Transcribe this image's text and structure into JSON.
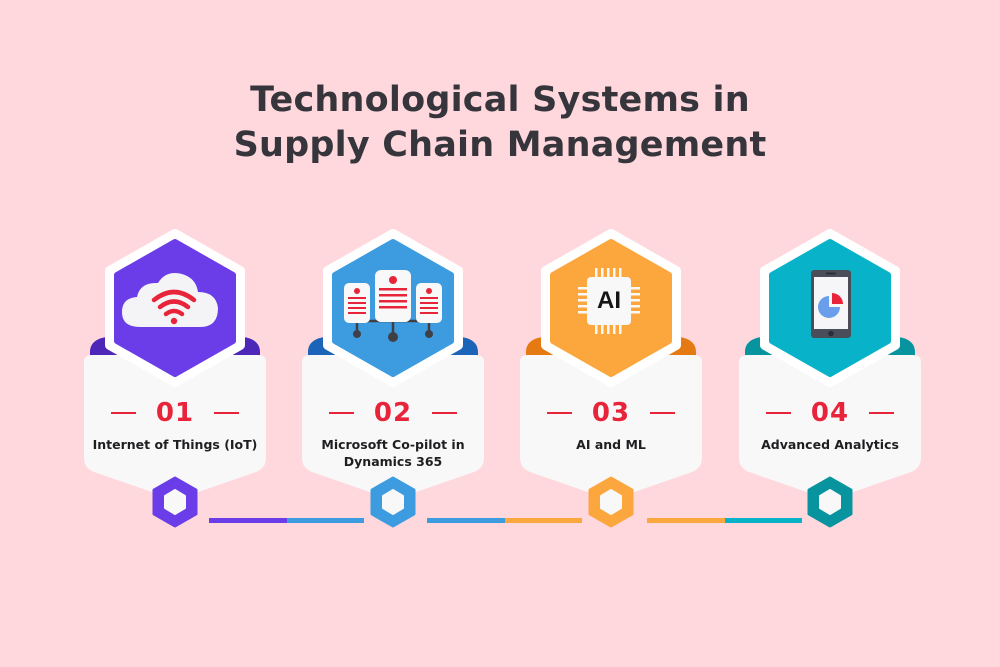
{
  "title": {
    "line1": "Technological Systems in",
    "line2": "Supply Chain Management"
  },
  "colors": {
    "background": "#FFD8DE",
    "title_text": "#35353B",
    "number_red": "#E8243A",
    "card_fill": "#F8F8F8"
  },
  "steps": [
    {
      "number": "01",
      "label": "Internet of Things (IoT)",
      "icon": "cloud-wifi-icon",
      "color": "#6A3DE8",
      "flap_color": "#4C27B8"
    },
    {
      "number": "02",
      "label": "Microsoft Co-pilot in Dynamics 365",
      "icon": "servers-network-icon",
      "color": "#3D9BE0",
      "flap_color": "#1C64B8"
    },
    {
      "number": "03",
      "label": "AI and ML",
      "icon": "ai-chip-icon",
      "icon_text": "AI",
      "color": "#FCA63E",
      "flap_color": "#E57A12"
    },
    {
      "number": "04",
      "label": "Advanced Analytics",
      "icon": "phone-pie-chart-icon",
      "color": "#08B2C8",
      "flap_color": "#07949F"
    }
  ],
  "connectors": [
    {
      "from": "01",
      "to": "02",
      "colors": [
        "#6A3DE8",
        "#3D9BE0"
      ]
    },
    {
      "from": "02",
      "to": "03",
      "colors": [
        "#3D9BE0",
        "#FCA63E"
      ]
    },
    {
      "from": "03",
      "to": "04",
      "colors": [
        "#FCA63E",
        "#08B2C8"
      ]
    }
  ]
}
